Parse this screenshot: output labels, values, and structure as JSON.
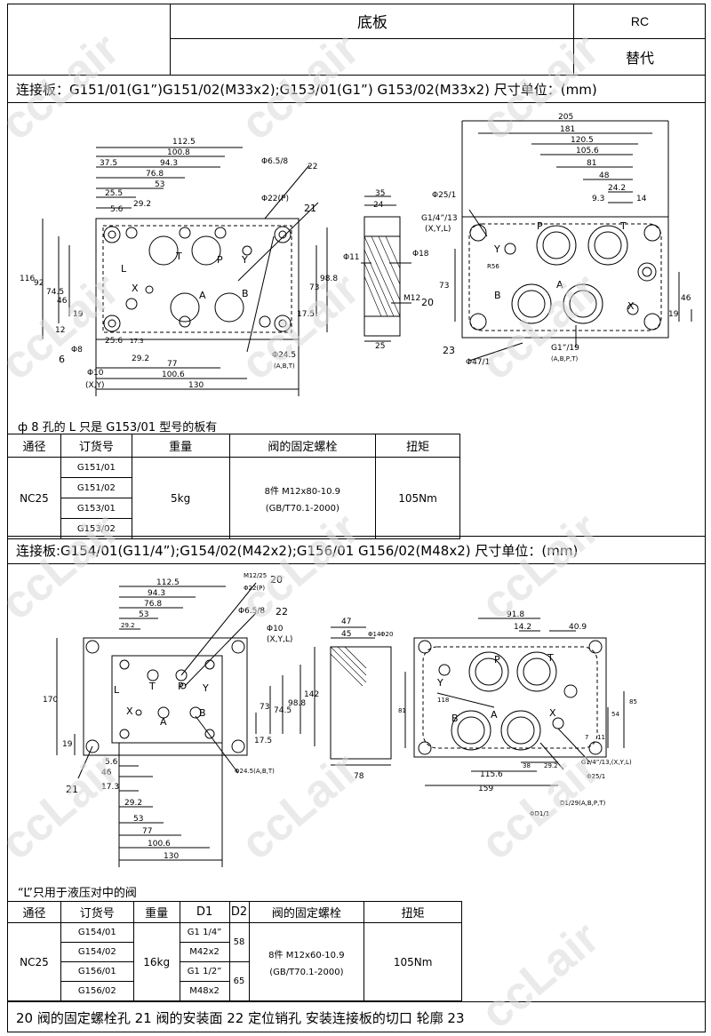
{
  "header": {
    "title": "底板",
    "code": "RC",
    "replace": "替代"
  },
  "section1": {
    "heading": "连接板：G151/01(G1”)G151/02(M33x2);G153/01(G1”) G153/02(M33x2) 尺寸单位：(mm)",
    "note": "ф 8 孔的 L 只是 G153/01 型号的板有",
    "dims_left": [
      "112.5",
      "100.8",
      "94.3",
      "76.8",
      "53",
      "37.5",
      "29.2",
      "25.5",
      "5.6",
      "116",
      "92",
      "74.5",
      "46",
      "19",
      "12",
      "25.6",
      "17.3",
      "29.2",
      "77",
      "100.6",
      "130",
      "Φ6.5/8",
      "22",
      "Φ22(P)",
      "21",
      "98.8",
      "73",
      "17.5",
      "Φ24.5",
      "(A,B,T)",
      "Φ8",
      "6",
      "Φ10",
      "(X,Y)",
      "L",
      "X",
      "T",
      "P",
      "Y",
      "A",
      "B"
    ],
    "dims_mid": [
      "35",
      "24",
      "Φ11",
      "Φ18",
      "M12",
      "20",
      "25"
    ],
    "dims_right": [
      "205",
      "181",
      "120.5",
      "105.6",
      "81",
      "48",
      "24.2",
      "9.3",
      "14",
      "Φ25/1",
      "G1/4”/13",
      "(X,Y,L)",
      "R56",
      "73",
      "46",
      "19",
      "23",
      "Φ47/1",
      "G1”/19",
      "(A,B,P,T)",
      "Y",
      "P",
      "T",
      "B",
      "A",
      "X"
    ],
    "table": {
      "headers": [
        "通径",
        "订货号",
        "重量",
        "阀的固定螺栓",
        "扭矩"
      ],
      "size": "NC25",
      "orders": [
        "G151/01",
        "G151/02",
        "G153/01",
        "G153/02"
      ],
      "weight": "5kg",
      "bolt1": "8件 M12x80-10.9",
      "bolt2": "(GB/T70.1-2000)",
      "torque": "105Nm"
    }
  },
  "section2": {
    "heading": "连接板:G154/01(G11/4”);G154/02(M42x2);G156/01   G156/02(M48x2)   尺寸单位：(mm)",
    "note": "“L”只用于液压对中的阀",
    "dims_left": [
      "M12/25",
      "Φ22(P)",
      "20",
      "112.5",
      "94.3",
      "76.8",
      "53",
      "29.2",
      "Φ6.5/8",
      "22",
      "Φ10",
      "(X,Y,L)",
      "170",
      "19",
      "73",
      "74.5",
      "98.8",
      "142",
      "17.5",
      "5.6",
      "46",
      "17.3",
      "29.2",
      "53",
      "77",
      "100.6",
      "130",
      "21",
      "Φ24.5(A,B,T)",
      "L",
      "X",
      "T",
      "P",
      "Y",
      "A",
      "B"
    ],
    "dims_mid": [
      "47",
      "45",
      "Φ14",
      "Φ20",
      "78"
    ],
    "dims_right": [
      "91.8",
      "14.2",
      "40.9",
      "85",
      "54",
      "81",
      "118",
      "115.6",
      "38",
      "29.2",
      "159",
      "7",
      "11",
      "G1/4”/13,(X,Y,L)",
      "Φ25/1",
      "ΦD1/1",
      "D1/29(A,B,P,T)",
      "Y",
      "P",
      "T",
      "A",
      "X",
      "B"
    ],
    "table": {
      "headers": [
        "通径",
        "订货号",
        "重量",
        "D1",
        "D2",
        "阀的固定螺栓",
        "扭矩"
      ],
      "size": "NC25",
      "orders": [
        "G154/01",
        "G154/02",
        "G156/01",
        "G156/02"
      ],
      "weight": "16kg",
      "d1": [
        "G1 1/4”",
        "M42x2",
        "G1 1/2”",
        "M48x2"
      ],
      "d2": [
        "58",
        "65"
      ],
      "bolt1": "8件 M12x60-10.9",
      "bolt2": "(GB/T70.1-2000)",
      "torque": "105Nm"
    }
  },
  "footer": "20 阀的固定螺栓孔 21 阀的安装面 22 定位销孔  安装连接板的切口  轮廓 23",
  "watermark": "ccLair"
}
